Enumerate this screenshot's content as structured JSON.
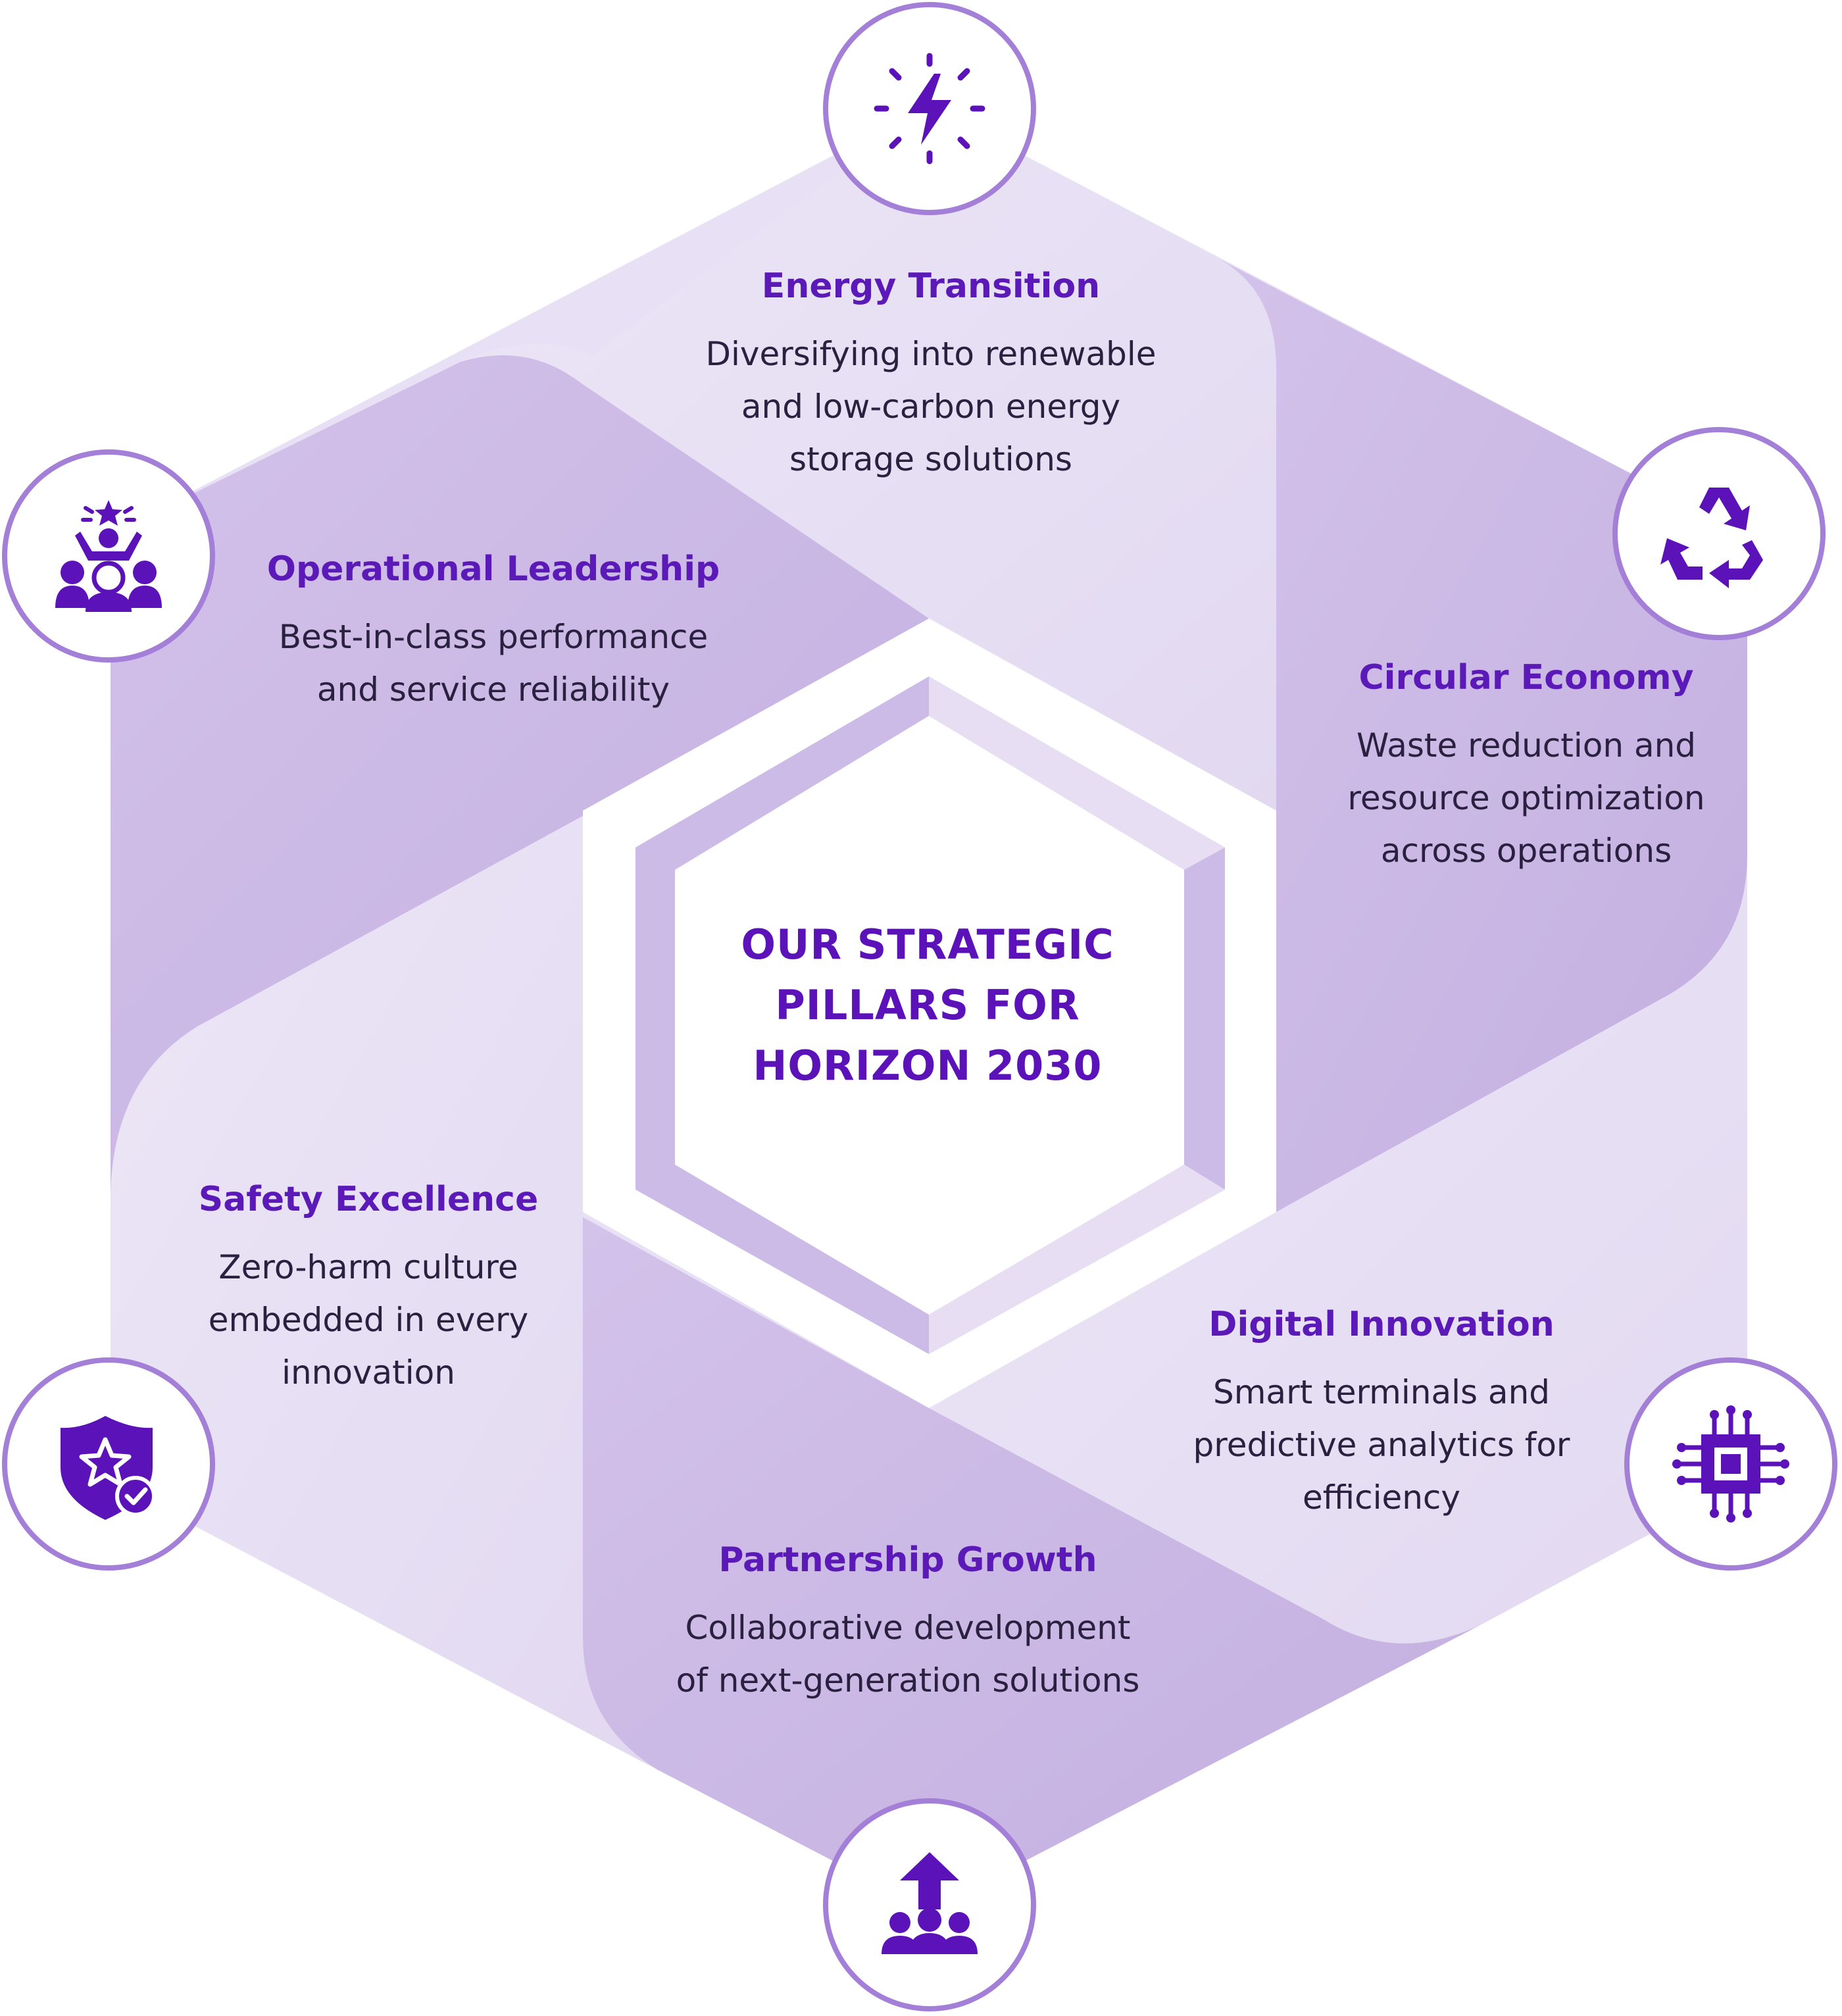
{
  "center": {
    "title": "OUR STRATEGIC\nPILLARS FOR\nHORIZON 2030"
  },
  "colors": {
    "accent": "#5b12b8",
    "ring": "#a37fd8",
    "band_light": "#e9e1f5",
    "band_dark": "#cfbde8",
    "text": "#2a2040"
  },
  "pillars": [
    {
      "title": "Energy Transition",
      "description": "Diversifying into renewable\nand low-carbon energy\nstorage solutions",
      "icon": "lightning-bolt-icon"
    },
    {
      "title": "Circular Economy",
      "description": "Waste reduction and\nresource optimization\nacross operations",
      "icon": "recycle-icon"
    },
    {
      "title": "Digital Innovation",
      "description": "Smart terminals and\npredictive analytics for\nefficiency",
      "icon": "circuit-chip-icon"
    },
    {
      "title": "Partnership Growth",
      "description": "Collaborative development\nof next-generation solutions",
      "icon": "team-growth-arrow-icon"
    },
    {
      "title": "Safety Excellence",
      "description": "Zero-harm culture\nembedded in every\ninnovation",
      "icon": "shield-star-check-icon"
    },
    {
      "title": "Operational Leadership",
      "description": "Best-in-class performance\nand service reliability",
      "icon": "leader-team-star-icon"
    }
  ]
}
